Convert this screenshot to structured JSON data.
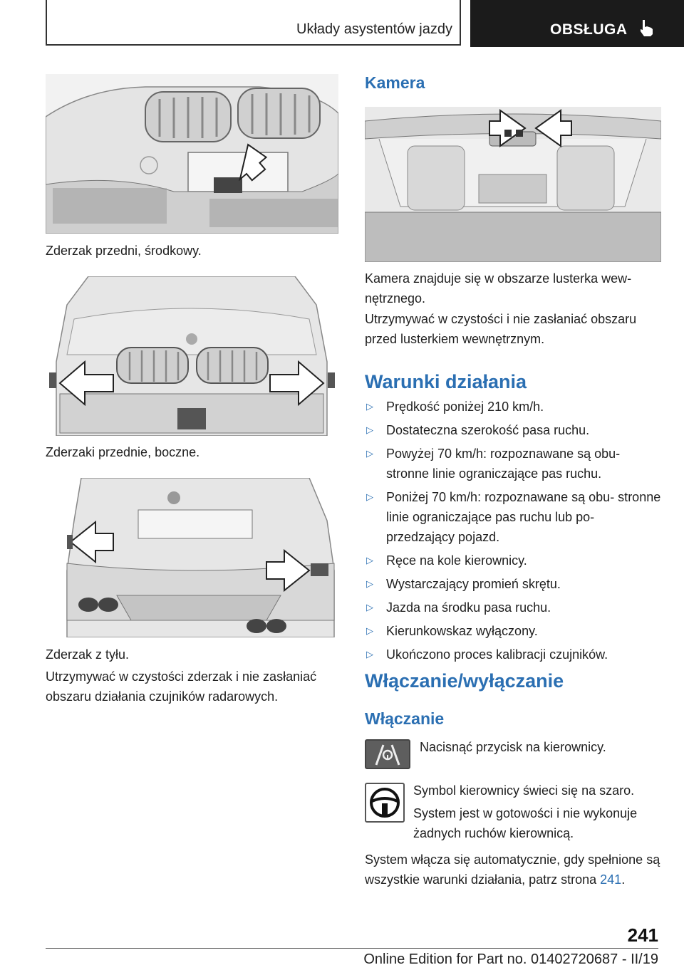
{
  "header": {
    "section_title": "Układy asystentów jazdy",
    "tab_label": "OBSŁUGA"
  },
  "left": {
    "caption1": "Zderzak przedni, środkowy.",
    "caption2": "Zderzaki przednie, boczne.",
    "caption3": "Zderzak z tyłu.",
    "para1": "Utrzymywać w czystości zderzak i nie zasłaniać obszaru działania czujników radarowych."
  },
  "camera": {
    "heading": "Kamera",
    "para1": "Kamera znajduje się w obszarze lusterka wew‐ nętrznego.",
    "para2": "Utrzymywać w czystości i nie zasłaniać obszaru przed lusterkiem wewnętrznym."
  },
  "conditions": {
    "heading": "Warunki działania",
    "items": [
      "Prędkość poniżej 210 km/h.",
      "Dostateczna szerokość pasa ruchu.",
      "Powyżej 70 km/h: rozpoznawane są obu‐ stronne linie ograniczające pas ruchu.",
      "Poniżej 70 km/h: rozpoznawane są obu‐ stronne linie ograniczające pas ruchu lub po‐ przedzający pojazd.",
      "Ręce na kole kierownicy.",
      "Wystarczający promień skrętu.",
      "Jazda na środku pasa ruchu.",
      "Kierunkowskaz wyłączony.",
      "Ukończono proces kalibracji czujników."
    ]
  },
  "onoff": {
    "heading": "Włączanie/wyłączanie",
    "subheading": "Włączanie",
    "press_text": "Nacisnąć przycisk na kierownicy.",
    "symbol_text": "Symbol kierownicy świeci się na szaro.",
    "ready_text": "System jest w gotowości i nie wykonuje żadnych ruchów kierownicą.",
    "auto_text_prefix": "System włącza się automatycznie, gdy spełnione są wszystkie warunki działania, patrz strona",
    "auto_link": "241",
    "auto_text_suffix": "."
  },
  "footer": {
    "page_number": "241",
    "edition": "Online Edition for Part no. 01402720687 - II/19"
  }
}
